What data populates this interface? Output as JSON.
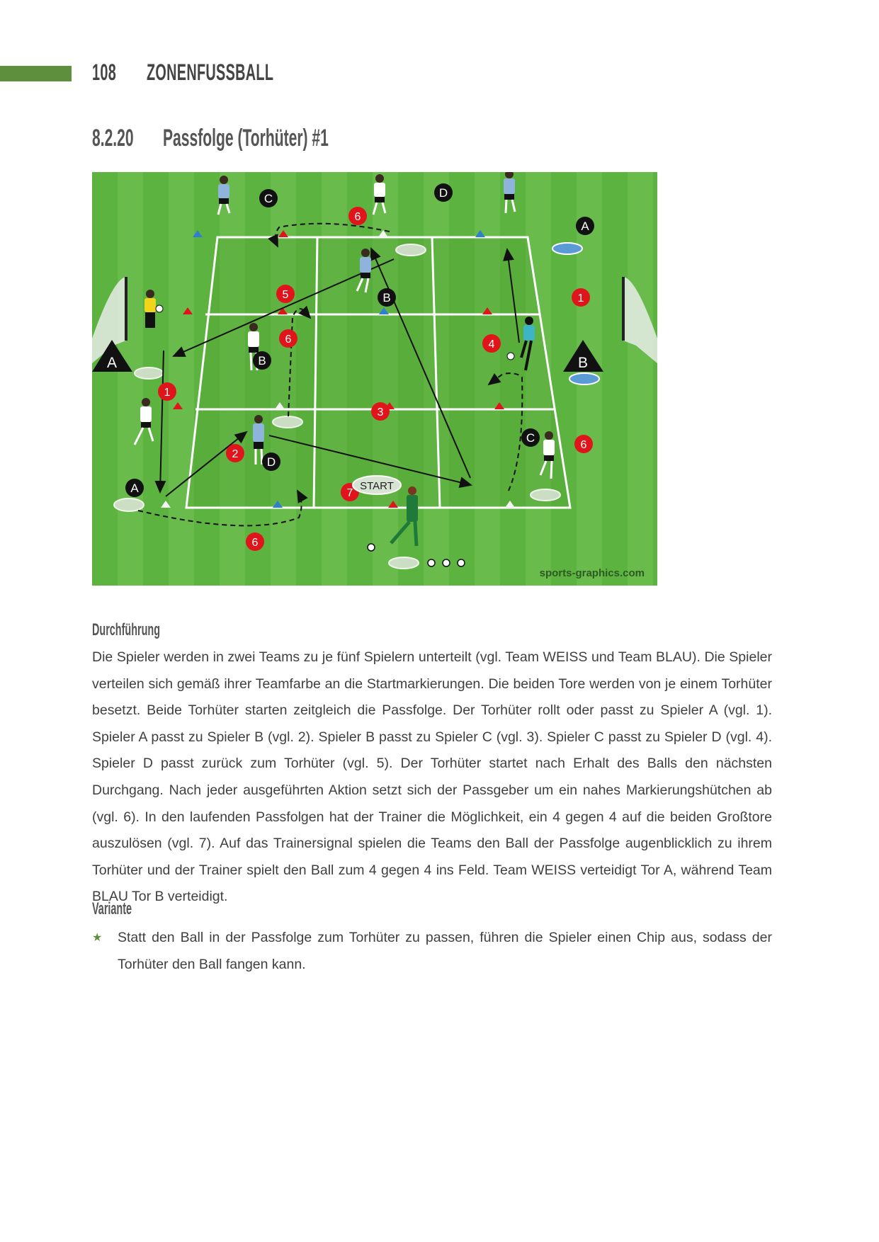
{
  "header": {
    "page_number": "108",
    "running_title": "ZONENFUSSBALL",
    "accent_color": "#5e8f3c"
  },
  "section": {
    "number": "8.2.20",
    "title": "Passfolge (Torhüter) #1"
  },
  "diagram": {
    "watermark": "sports-graphics.com",
    "start_label": "START",
    "goal_labels": [
      "A",
      "B"
    ],
    "player_labels": [
      "A",
      "B",
      "C",
      "D"
    ],
    "step_numbers": [
      "1",
      "2",
      "3",
      "4",
      "5",
      "6",
      "7"
    ],
    "colors": {
      "pitch": "#5cb03e",
      "step_badge": "#e0151b",
      "player_badge": "#111111",
      "cone_red": "#e0151b",
      "cone_blue": "#2f7fd1",
      "cone_white": "#f4f4f4"
    }
  },
  "durchfuehrung": {
    "heading": "Durchführung",
    "text": "Die Spieler werden in zwei Teams zu je fünf Spielern unterteilt (vgl. Team WEISS und Team BLAU). Die Spieler verteilen sich gemäß ihrer Teamfarbe an die Startmarkierungen. Die beiden Tore werden von je einem Torhüter besetzt. Beide Torhüter starten zeitgleich die Passfolge. Der Torhüter rollt oder passt zu Spieler A (vgl. 1). Spieler A passt zu Spieler B (vgl. 2). Spieler B passt zu Spieler C (vgl. 3). Spieler C passt zu Spieler D (vgl. 4). Spieler D passt zurück zum Torhüter (vgl. 5). Der Torhüter startet nach Erhalt des Balls den nächsten Durchgang. Nach jeder ausgeführten Aktion setzt sich der Passgeber um ein nahes Markierungshütchen ab (vgl. 6). In den laufenden Passfolgen hat der Trainer die Möglichkeit, ein 4 gegen 4 auf die beiden Großtore auszulösen (vgl. 7). Auf das Trainersignal spielen die Teams den Ball der Passfolge augenblicklich zu ihrem Torhüter und der Trainer spielt den Ball zum 4 gegen 4 ins Feld. Team WEISS verteidigt Tor A, während Team BLAU Tor B verteidigt."
  },
  "variante": {
    "heading": "Variante",
    "items": [
      "Statt den Ball in der Passfolge zum Torhüter zu passen, führen die Spieler einen Chip aus, sodass der Torhüter den Ball fangen kann."
    ]
  }
}
